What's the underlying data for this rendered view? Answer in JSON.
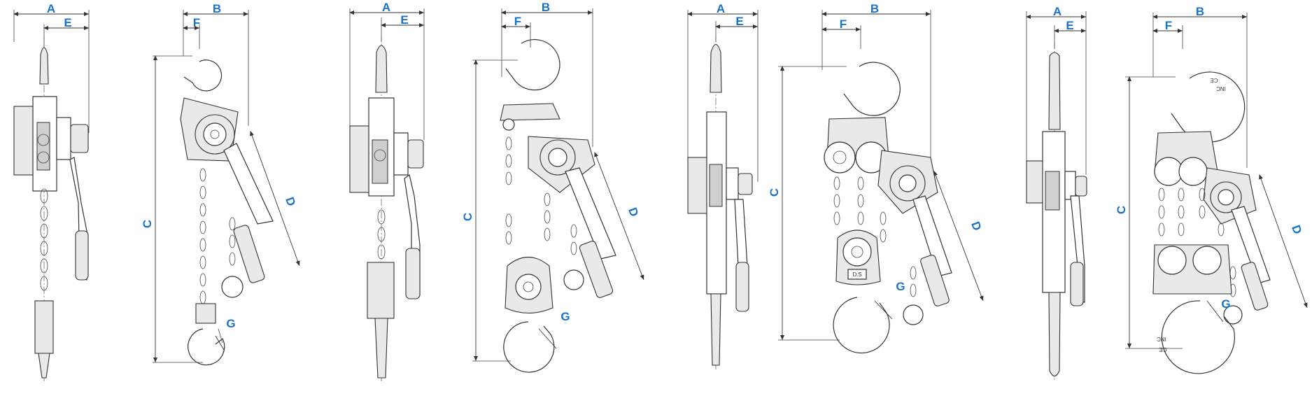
{
  "colors": {
    "label": "#1a73c9",
    "line": "#333333",
    "background": "#ffffff"
  },
  "dimension_labels": {
    "a": "A",
    "b": "B",
    "c": "C",
    "d": "D",
    "e": "E",
    "f": "F",
    "g": "G"
  },
  "hook_stamp": {
    "mark": "CE",
    "wll": "INC",
    "ds": "D.S"
  },
  "views": [
    {
      "id": "single-fall-small",
      "side_view_labels": [
        "A",
        "E"
      ],
      "front_view_labels": [
        "B",
        "F",
        "C",
        "D",
        "G"
      ]
    },
    {
      "id": "single-fall-medium",
      "side_view_labels": [
        "A",
        "E"
      ],
      "front_view_labels": [
        "B",
        "F",
        "C",
        "D",
        "G"
      ]
    },
    {
      "id": "double-fall",
      "side_view_labels": [
        "A",
        "E"
      ],
      "front_view_labels": [
        "B",
        "F",
        "C",
        "D",
        "G"
      ]
    },
    {
      "id": "triple-fall",
      "side_view_labels": [
        "A",
        "E"
      ],
      "front_view_labels": [
        "B",
        "F",
        "C",
        "D",
        "G"
      ]
    }
  ]
}
